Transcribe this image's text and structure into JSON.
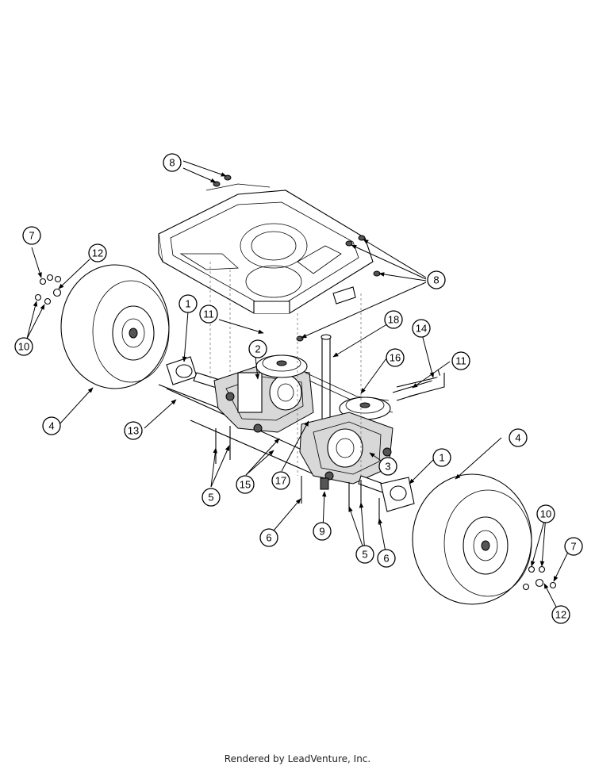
{
  "footer": "Rendered by LeadVenture, Inc.",
  "callouts": [
    "1",
    "2",
    "3",
    "4",
    "5",
    "6",
    "7",
    "8",
    "9",
    "10",
    "11",
    "12",
    "13",
    "14",
    "15",
    "16",
    "17",
    "18"
  ]
}
